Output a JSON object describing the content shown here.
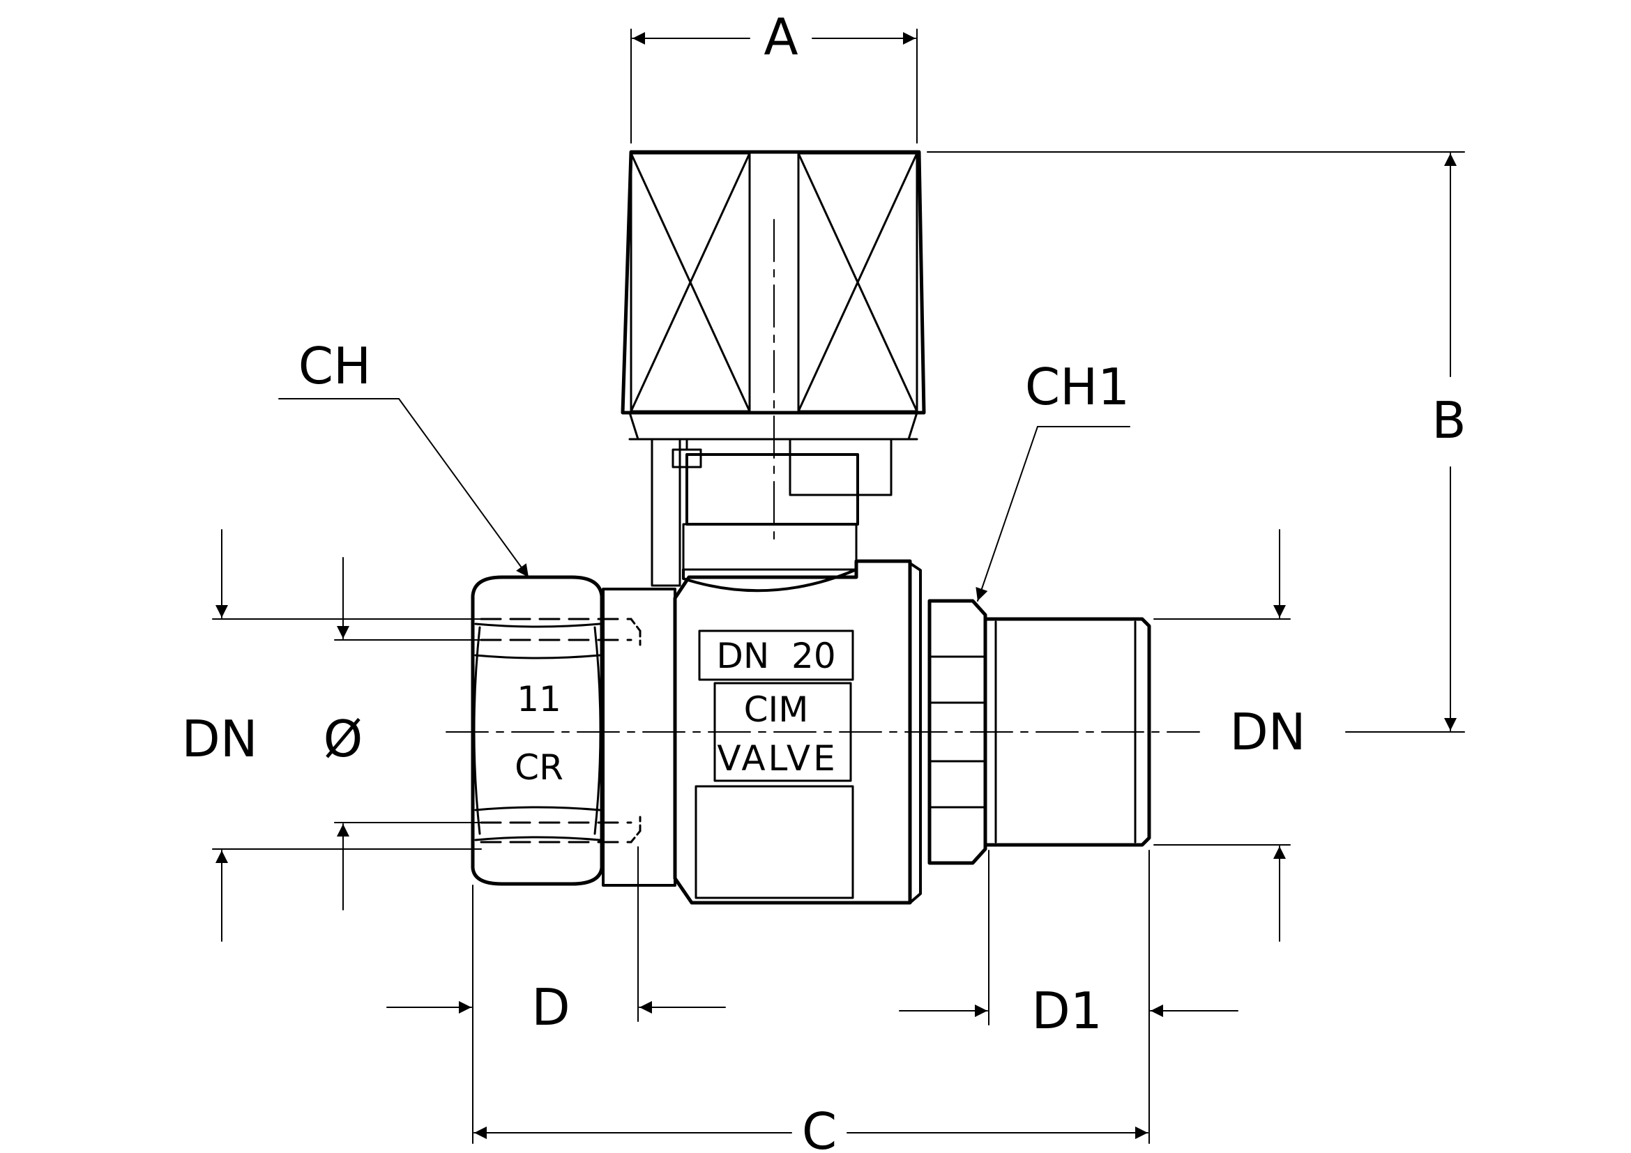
{
  "labels": {
    "A": "A",
    "B": "B",
    "C": "C",
    "D": "D",
    "D1": "D1",
    "CH": "CH",
    "CH1": "CH1",
    "DN_left": "DN",
    "DN_right": "DN",
    "diameter": "Ø"
  },
  "body_marks": {
    "size": "DN  20",
    "brand": "CIM",
    "valve": "VALVE",
    "nut_number": "11",
    "nut_logo": "CR"
  },
  "colors": {
    "line": "#000000",
    "background": "#ffffff"
  }
}
